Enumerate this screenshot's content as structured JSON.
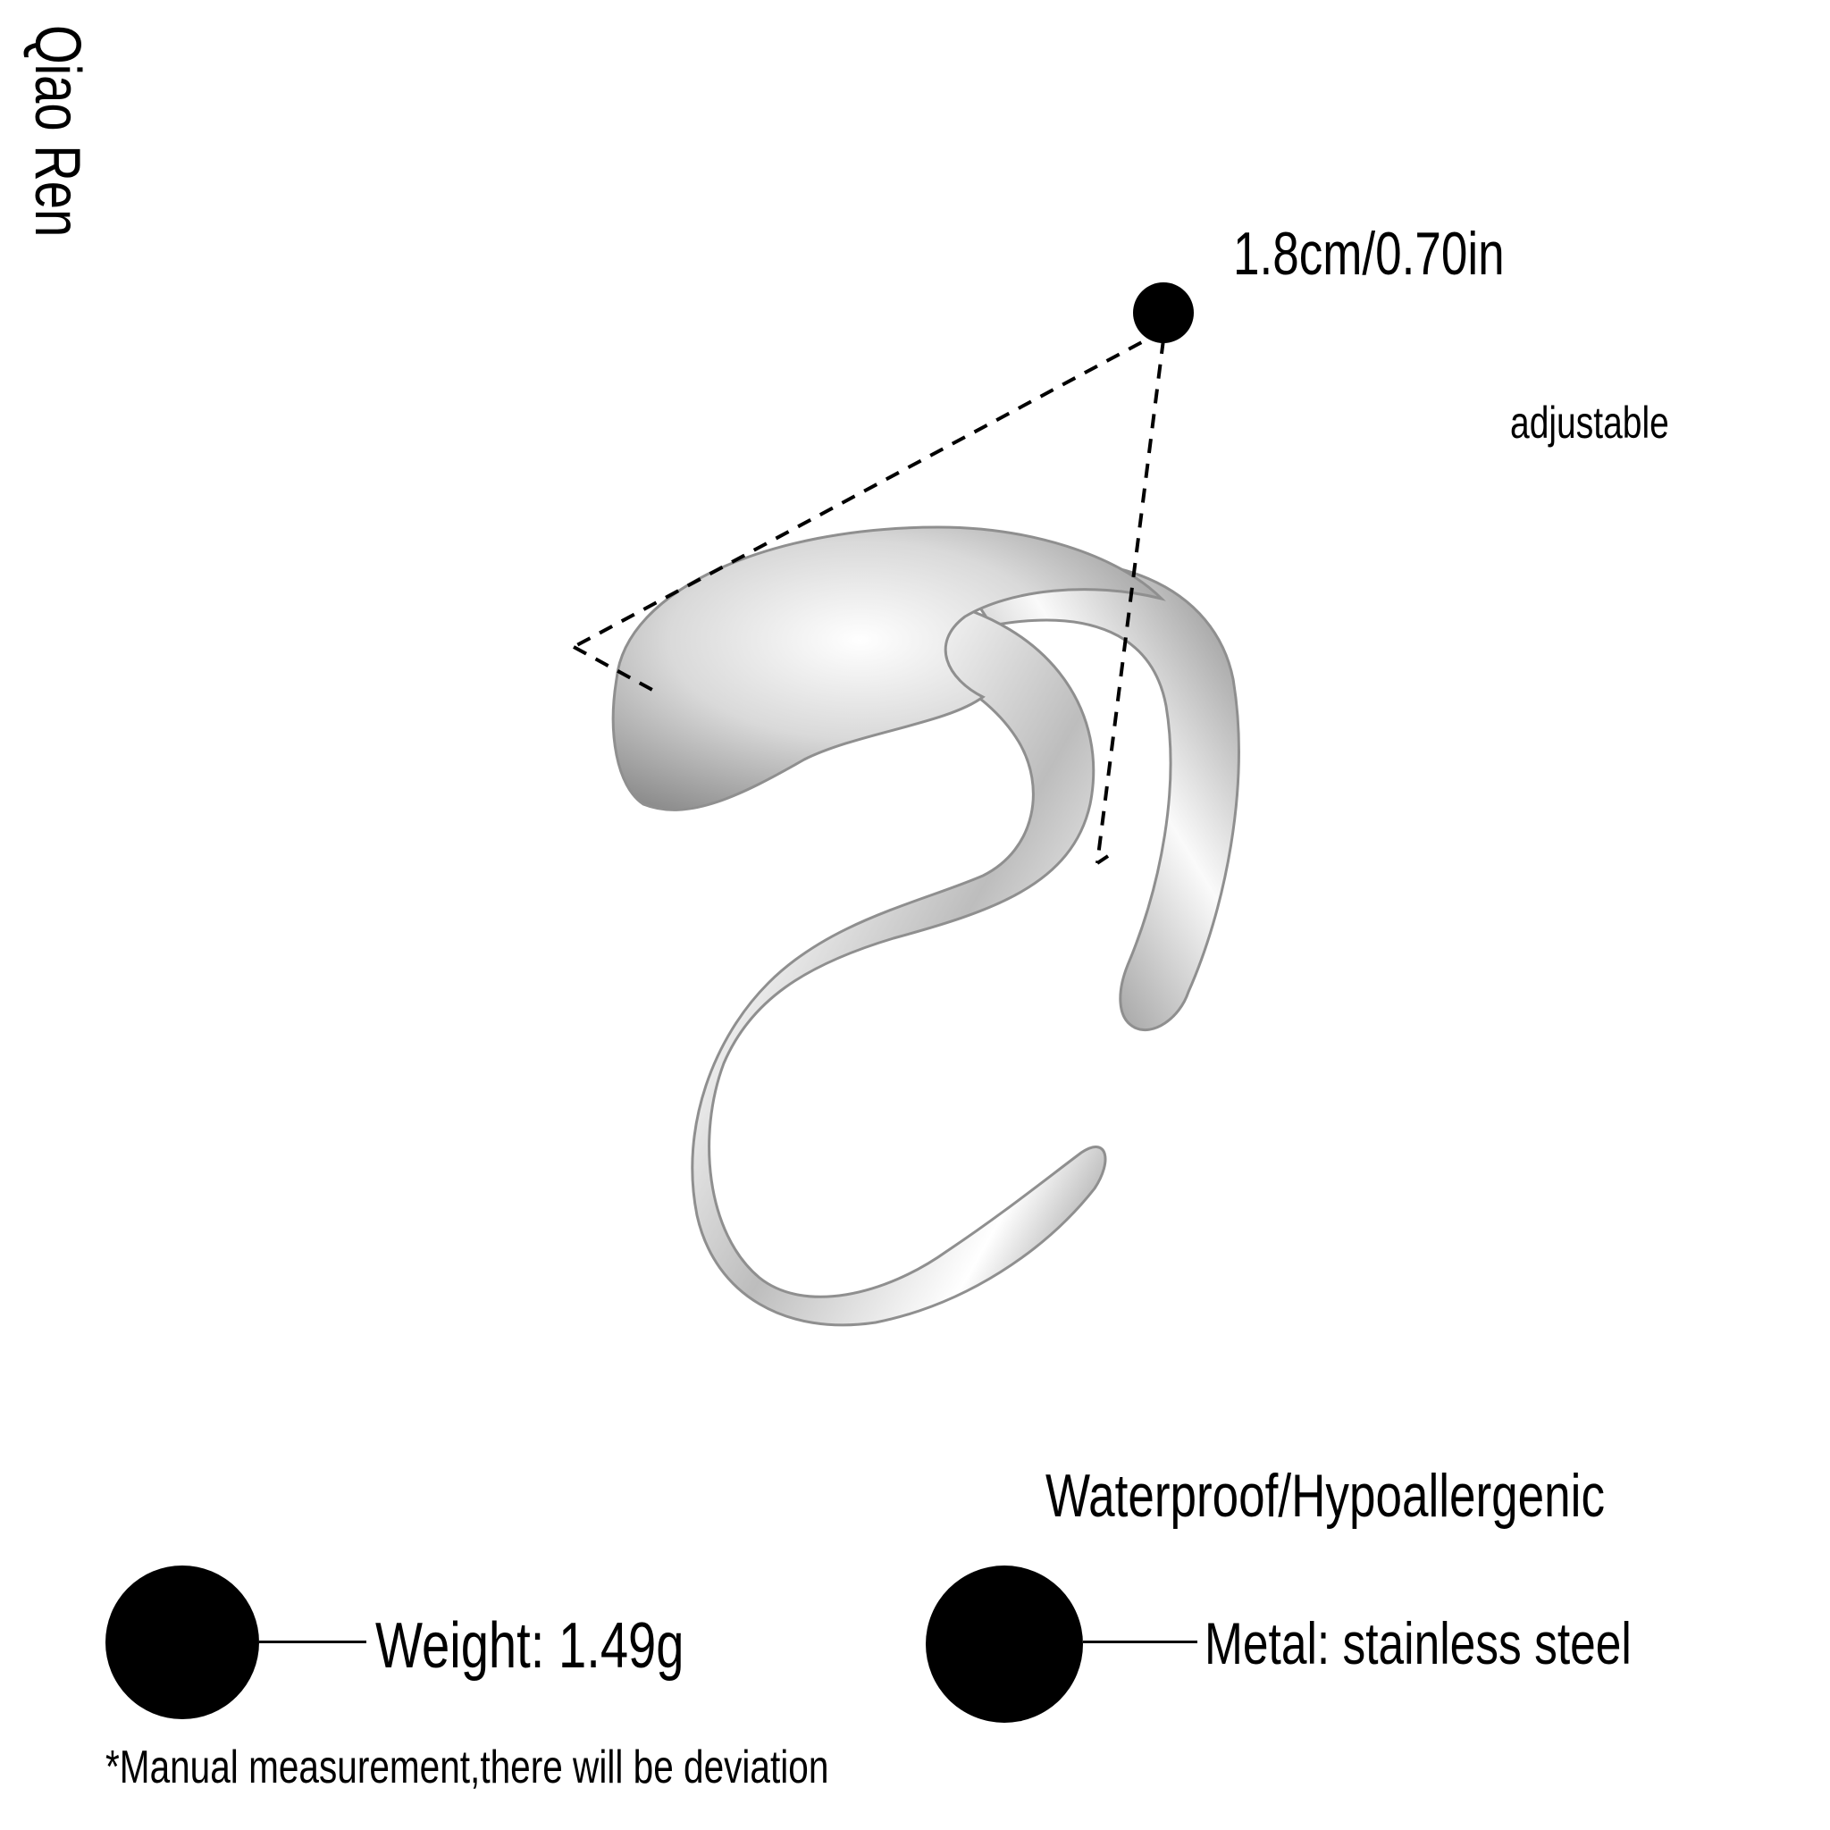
{
  "brand": "Qiao Ren",
  "measurement": {
    "size_label": "1.8cm/0.70in",
    "adjustable_label": "adjustable"
  },
  "features": {
    "label": "Waterproof/Hypoallergenic"
  },
  "specs": {
    "weight_label": "Weight: 1.49g",
    "metal_label": "Metal:  stainless steel"
  },
  "footnote": "*Manual measurement,there will be deviation",
  "colors": {
    "background": "#ffffff",
    "text": "#000000",
    "dot": "#000000",
    "metal_light": "#f2f2f2",
    "metal_mid": "#bdbdbd",
    "metal_dark": "#6e6e6e"
  }
}
